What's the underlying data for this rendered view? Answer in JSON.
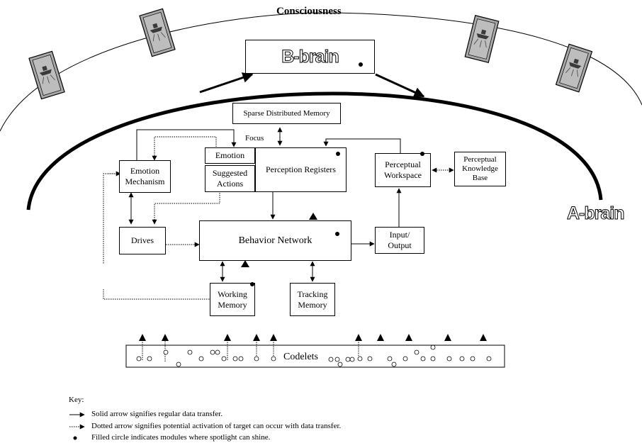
{
  "title": "Consciousness",
  "b_brain": "B-brain",
  "a_brain": "A-brain",
  "focus": "Focus",
  "modules": {
    "sdm": "Sparse Distributed Memory",
    "emotion_mechanism": "Emotion\nMechanism",
    "emotion": "Emotion",
    "suggested_actions": "Suggested\nActions",
    "perception_registers": "Perception Registers",
    "perceptual_workspace": "Perceptual\nWorkspace",
    "perceptual_knowledge_base": "Perceptual\nKnowledge\nBase",
    "drives": "Drives",
    "behavior_network": "Behavior Network",
    "input_output": "Input/\nOutput",
    "working_memory": "Working\nMemory",
    "tracking_memory": "Tracking\nMemory",
    "codelets": "Codelets"
  },
  "key": {
    "heading": "Key:",
    "solid": "Solid arrow signifies regular data transfer.",
    "dotted": "Dotted arrow signifies potential activation of target can occur with data transfer.",
    "circle": "Filled circle indicates modules where spotlight can shine."
  }
}
